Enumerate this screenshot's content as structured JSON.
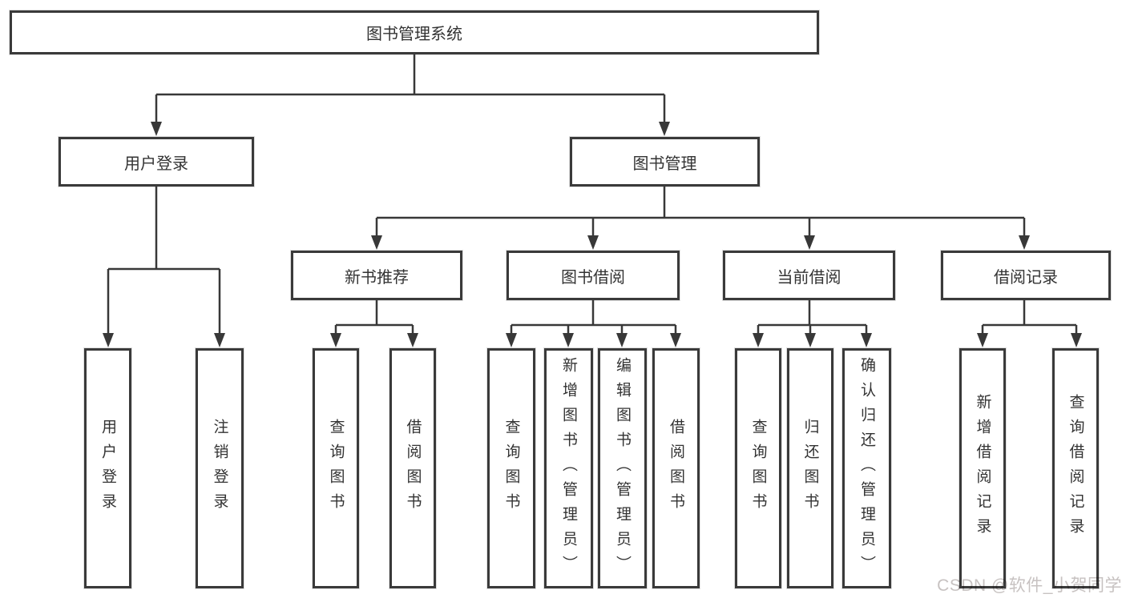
{
  "tree": {
    "root": {
      "label": "图书管理系统",
      "children": [
        {
          "label": "用户登录",
          "children": [
            {
              "label": "用户登录"
            },
            {
              "label": "注销登录"
            }
          ]
        },
        {
          "label": "图书管理",
          "children": [
            {
              "label": "新书推荐",
              "children": [
                {
                  "label": "查询图书"
                },
                {
                  "label": "借阅图书"
                }
              ]
            },
            {
              "label": "图书借阅",
              "children": [
                {
                  "label": "查询图书"
                },
                {
                  "label": "新增图书（管理员）"
                },
                {
                  "label": "编辑图书（管理员）"
                },
                {
                  "label": "借阅图书"
                }
              ]
            },
            {
              "label": "当前借阅",
              "children": [
                {
                  "label": "查询图书"
                },
                {
                  "label": "归还图书"
                },
                {
                  "label": "确认归还（管理员）"
                }
              ]
            },
            {
              "label": "借阅记录",
              "children": [
                {
                  "label": "新增借阅记录"
                },
                {
                  "label": "查询借阅记录"
                }
              ]
            }
          ]
        }
      ]
    }
  },
  "watermark": {
    "text": "CSDN @软件_小贺同学"
  },
  "colors": {
    "line": "#383838",
    "text": "#333333",
    "box_background": "#ffffff",
    "watermark": "#c7c2c1"
  }
}
